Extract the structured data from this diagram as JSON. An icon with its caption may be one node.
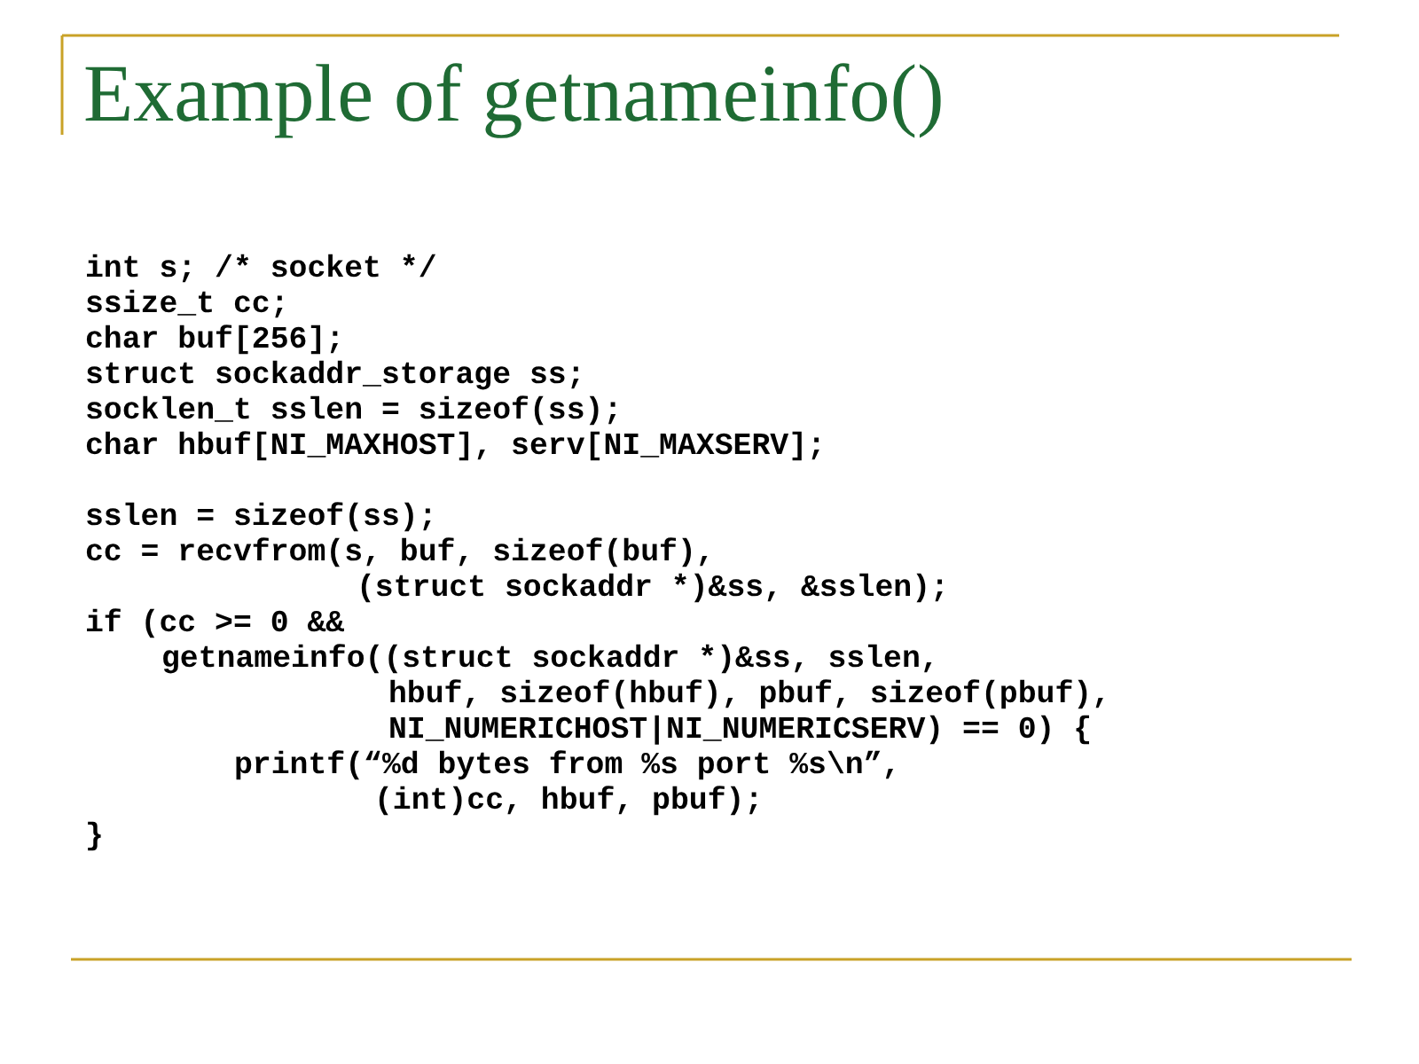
{
  "diagram": {
    "title": "Example of getnameinfo()",
    "labels": [
      "int s; /* socket */",
      "ssize_t cc;",
      "char buf[256];",
      "struct sockaddr_storage ss;",
      "socklen_t sslen = sizeof(ss);",
      "char hbuf[NI_MAXHOST], serv[NI_MAXSERV];",
      "sslen = sizeof(ss);",
      "cc = recvfrom(s, buf, sizeof(buf),",
      "(struct sockaddr *)&ss, &sslen);",
      "if (cc >= 0 &&",
      "getnameinfo((struct sockaddr *)&ss, sslen,",
      "hbuf, sizeof(hbuf), pbuf, sizeof(pbuf),",
      "NI_NUMERICHOST|NI_NUMERICSERV) == 0) {",
      "printf(“%d bytes from %s port %s\\n”,",
      "(int)cc, hbuf, pbuf);",
      "}"
    ]
  }
}
